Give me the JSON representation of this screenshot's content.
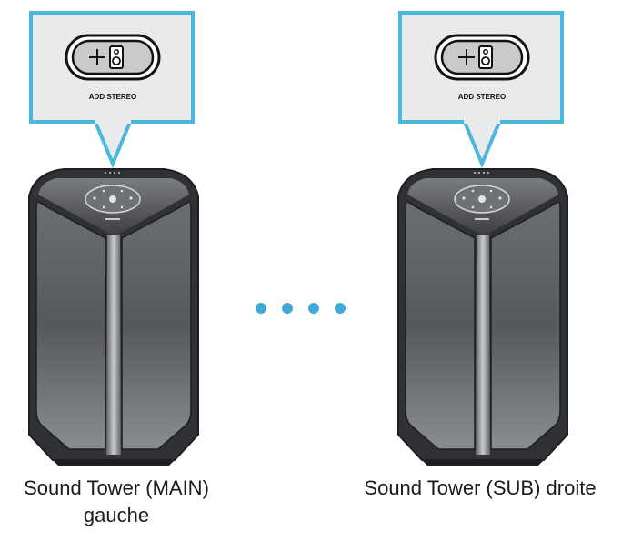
{
  "speakers": [
    {
      "name_line1": "Sound Tower (MAIN)",
      "name_line2": "gauche",
      "button_caption": "ADD STEREO"
    },
    {
      "name_line1": "Sound Tower (SUB) droite",
      "button_caption": "ADD STEREO"
    }
  ],
  "colors": {
    "callout_border": "#4ab8dc",
    "callout_fill": "#e9eaeb",
    "dots": "#3fa9d9",
    "speaker_body": "#2f3134",
    "speaker_panel": "#5c5f63",
    "speaker_edge": "#1d1e20"
  },
  "connector": {
    "dot_count": 4
  }
}
